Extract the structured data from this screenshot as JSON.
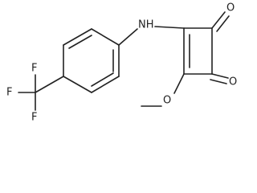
{
  "structure": {
    "atoms": {
      "nh": "NH",
      "o_upper": "O",
      "o_lower": "O",
      "o_methoxy": "O",
      "f_top": "F",
      "f_left": "F",
      "f_bottom": "F"
    },
    "colors": {
      "bond": "#222222",
      "label": "#222222",
      "background": "#ffffff"
    }
  }
}
